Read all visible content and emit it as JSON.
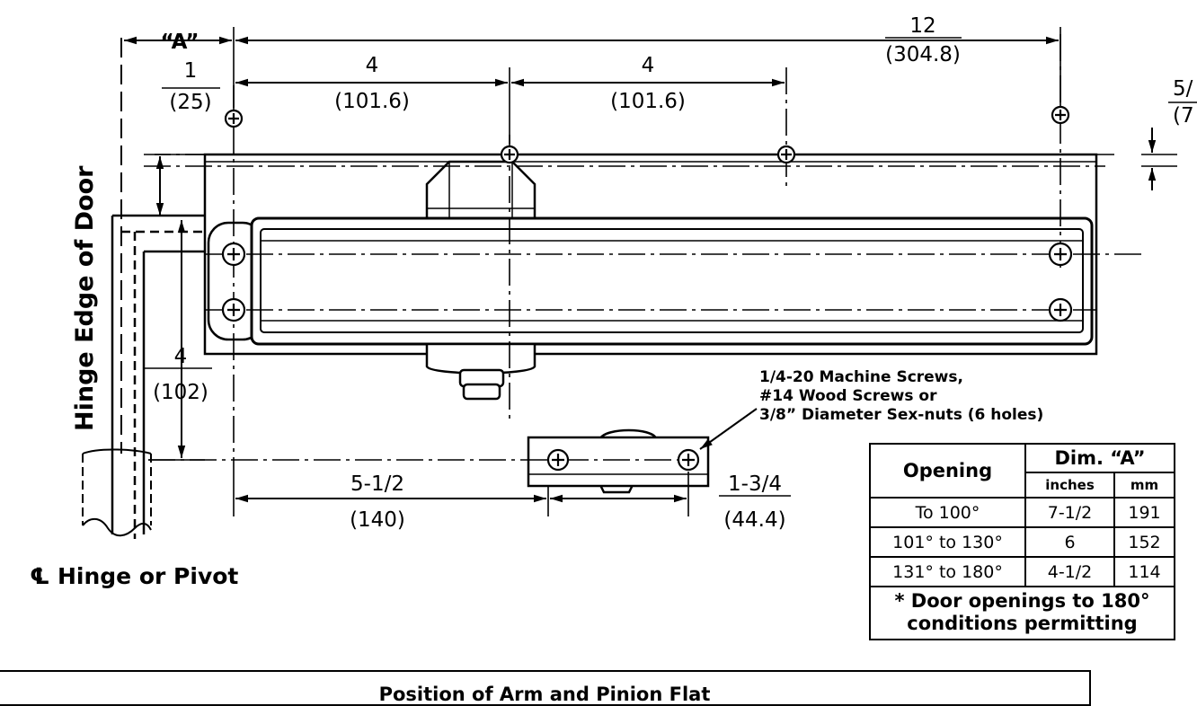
{
  "dimensions": {
    "A": "“A”",
    "overall_in": "12",
    "overall_mm": "(304.8)",
    "left_spacing_in": "4",
    "left_spacing_mm": "(101.6)",
    "right_spacing_in": "4",
    "right_spacing_mm": "(101.6)",
    "top_offset_in": "1",
    "top_offset_mm": "(25)",
    "right_offset_in": "5/",
    "right_offset_mm": "(7",
    "vertical_in": "4",
    "vertical_mm": "(102)",
    "bracket_in": "5-1/2",
    "bracket_mm": "(140)",
    "bracket_holes_in": "1-3/4",
    "bracket_holes_mm": "(44.4)"
  },
  "labels": {
    "hinge_edge": "Hinge Edge of Door",
    "centerline": "Hinge or Pivot",
    "centerline_symbol": "℄",
    "screws_note": [
      "1/4-20 Machine Screws,",
      "#14 Wood Screws or",
      "3/8” Diameter Sex-nuts (6 holes)"
    ]
  },
  "table": {
    "opening_header": "Opening",
    "dim_header": "Dim. “A”",
    "unit_in": "inches",
    "unit_mm": "mm",
    "rows": [
      {
        "opening": "To 100°",
        "inches": "7-1/2",
        "mm": "191"
      },
      {
        "opening": "101° to 130°",
        "inches": "6",
        "mm": "152"
      },
      {
        "opening": "131° to 180°",
        "inches": "4-1/2",
        "mm": "114"
      }
    ],
    "footnote_1": "* Door openings to 180°",
    "footnote_2": "conditions permitting"
  },
  "bottom_panel": {
    "title": "Position of Arm and Pinion Flat"
  }
}
